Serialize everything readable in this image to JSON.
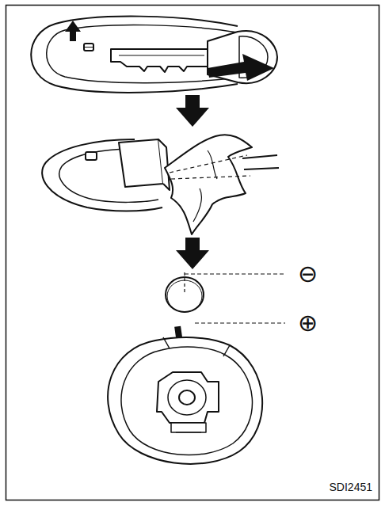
{
  "diagram": {
    "labels": [
      "⊖",
      "⊕",
      "SDI2451"
    ]
  }
}
